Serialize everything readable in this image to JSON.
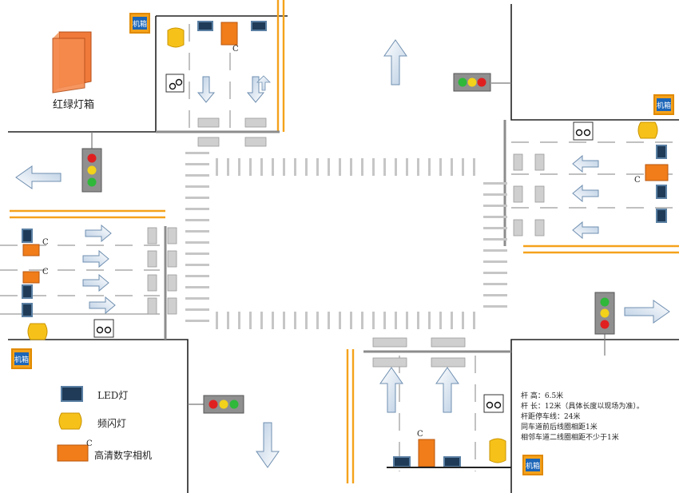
{
  "cabinet_label": "机箱",
  "signal_cabinet_label": "红绿灯箱",
  "legend": {
    "led_label": "LED灯",
    "flash_label": "频闪灯",
    "camera_label": "高清数字相机"
  },
  "notes": {
    "pole_height": "杆       高：6.5米",
    "pole_length": "杆       长：12米（具体长度以现场为准）。",
    "pole_stopline": "杆距停车线：24米",
    "loop_spacing": "同车道前后线圈相距1米",
    "adjacent_loops": "相邻车道二线圈相距不少于1米"
  },
  "camera_marker": "C",
  "colors": {
    "signal_red": "#e02020",
    "signal_yellow": "#f2d21b",
    "signal_green": "#2fb83a",
    "camera_orange": "#f07d1a",
    "flash_yellow": "#f6c21a",
    "road_line": "#222222",
    "lane_gray": "#bdbdbd",
    "edge_orange": "#f5a21b",
    "led_blue": "#5a7fa3"
  }
}
